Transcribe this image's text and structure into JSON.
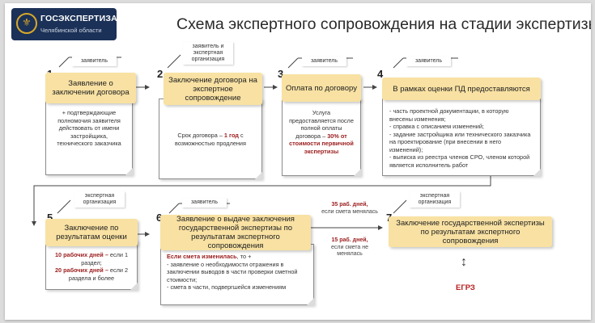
{
  "header": {
    "title": "Схема экспертного сопровождения на стадии экспертизы",
    "logo_line1": "ГОСЭКСПЕРТИЗА",
    "logo_line2": "Челябинской области"
  },
  "colors": {
    "box_fill": "#f8e1a2",
    "accent_red": "#9b1c1c",
    "logo_bg": "#1b3157",
    "logo_gold": "#d8a82a"
  },
  "steps": [
    {
      "number": "1",
      "role": "заявитель",
      "title": "Заявление о заключении договора",
      "note": "+ подтверждающие полномочия заявителя действовать от имени застройщика, технического заказчика"
    },
    {
      "number": "2",
      "role": "заявитель и экспертная организация",
      "title": "Заключение договора на экспертное сопровождение",
      "note_pre": "Срок договора – ",
      "note_bold": "1 год",
      "note_post": " с возможностью продления"
    },
    {
      "number": "3",
      "role": "заявитель",
      "title": "Оплата по договору",
      "note_pre": "Услуга предоставляется после полной оплаты договора – ",
      "note_bold": "30% от стоимости первичной экспертизы"
    },
    {
      "number": "4",
      "role": "заявитель",
      "title": "В рамках оценки ПД предоставляются",
      "note_lines": [
        "- часть проектной документации, в которую внесены изменения;",
        "- справка с описанием изменений;",
        "- задание застройщика или технического заказчика на проектирование (при внесении в него изменений);",
        "- выписка из реестра членов СРО, членом которой является исполнитель работ"
      ]
    },
    {
      "number": "5",
      "role": "экспертная организация",
      "title": "Заключение по результатам оценки",
      "note_b1": "10 рабочих дней –",
      "note_t1": " если 1 раздел;",
      "note_b2": "20 рабочих дней –",
      "note_t2": " если 2 раздела и более"
    },
    {
      "number": "6",
      "role": "заявитель",
      "title": "Заявление о выдаче заключения государственной экспертизы по результатам экспертного сопровождения",
      "note_bold": "Если смета изменилась",
      "note_after": ", то +",
      "note_lines": [
        "- заявление о необходимости отражения в заключении выводов в части проверки сметной стоимости;",
        "- смета в части, подвергшейся изменениям"
      ]
    },
    {
      "number": "7",
      "role": "экспертная организация",
      "title": "Заключение государственной экспертизы по результатам экспертного сопровождения"
    }
  ],
  "conditions": [
    {
      "days": "35 раб. дней,",
      "text": "если смета менялась"
    },
    {
      "days": "15 раб. дней,",
      "text": "если смета не менялась"
    }
  ],
  "footer": {
    "exchange_symbol": "↕",
    "egrz": "ЕГРЗ"
  }
}
